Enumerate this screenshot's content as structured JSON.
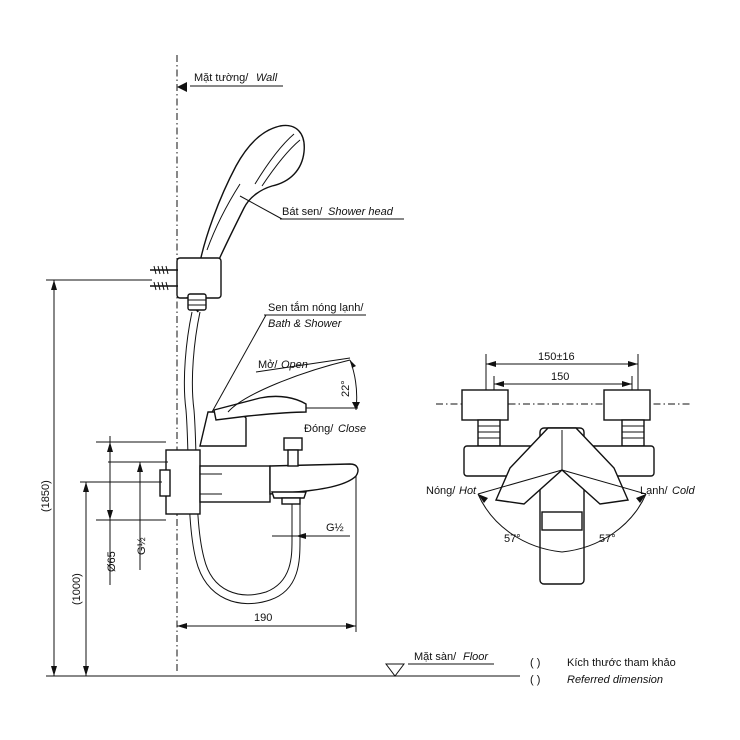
{
  "labels": {
    "wall_vi": "Mặt tường/",
    "wall_en": "Wall",
    "shower_head_vi": "Bát sen/",
    "shower_head_en": "Shower head",
    "bath_shower_vi": "Sen tắm nóng lạnh/",
    "bath_shower_en": "Bath & Shower",
    "open_vi": "Mở/",
    "open_en": "Open",
    "close_vi": "Đóng/",
    "close_en": "Close",
    "hot_vi": "Nóng/",
    "hot_en": "Hot",
    "cold_vi": "Lạnh/",
    "cold_en": "Cold",
    "floor_vi": "Mặt sàn/",
    "floor_en": "Floor"
  },
  "dimensions": {
    "angle_handle": "22°",
    "g_half_left": "G½",
    "g_half_spout": "G½",
    "diameter": "Ø65",
    "height_total": "(1850)",
    "height_mixer": "(1000)",
    "projection": "190",
    "center_tolerance": "150±16",
    "center_distance": "150",
    "angle_left": "57°",
    "angle_right": "57°"
  },
  "legend": {
    "bracket_1": "(        )",
    "text_vi": "Kích thước tham khảo",
    "bracket_2": "(        )",
    "text_en": "Referred dimension"
  }
}
